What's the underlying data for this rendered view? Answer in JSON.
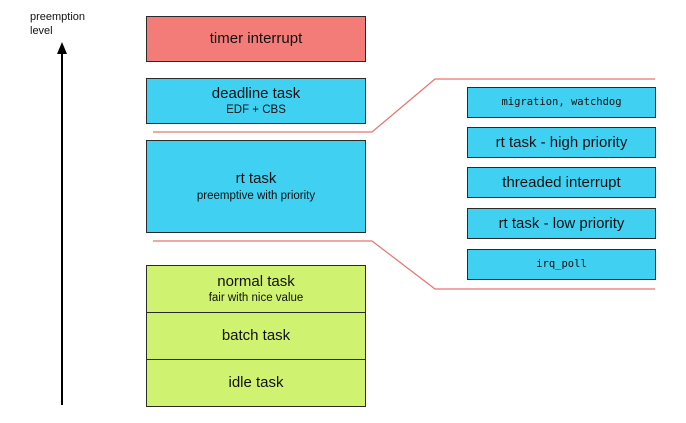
{
  "axis": {
    "label_line1": "preemption",
    "label_line2": "level"
  },
  "colors": {
    "interrupt": "#f47c78",
    "realtime": "#3fd0f2",
    "normal": "#cff270",
    "connector": "#e8746e"
  },
  "left_stack": {
    "timer_interrupt": "timer interrupt",
    "deadline_task": {
      "title": "deadline task",
      "subtitle": "EDF + CBS"
    },
    "rt_task": {
      "title": "rt task",
      "subtitle": "preemptive with priority"
    },
    "normal_task": {
      "title": "normal task",
      "subtitle": "fair with nice value"
    },
    "batch_task": "batch task",
    "idle_task": "idle task"
  },
  "rt_priorities": [
    "migration, watchdog",
    "rt task - high priority",
    "threaded interrupt",
    "rt task - low priority",
    "irq_poll"
  ]
}
